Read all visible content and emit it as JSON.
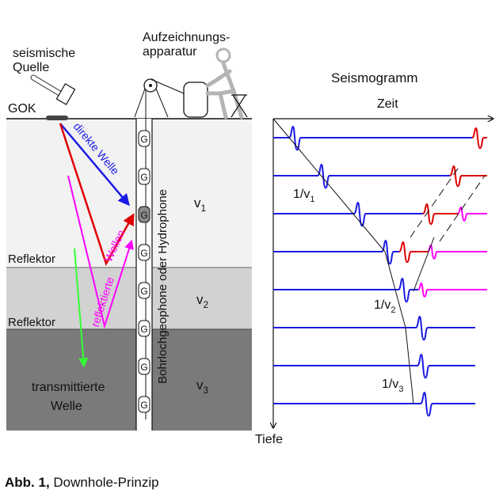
{
  "labels": {
    "source_line1": "seismische",
    "source_line2": "Quelle",
    "recorder_line1": "Aufzeichnungs-",
    "recorder_line2": "apparatur",
    "gok": "GOK",
    "reflector1": "Reflektor",
    "reflector2": "Reflektor",
    "direct_wave": "direkte Welle",
    "reflected_a": "reflektierte",
    "reflected_b": "Wellen",
    "transmitted_line1": "transmittierte",
    "transmitted_line2": "Welle",
    "borehole_text": "Bohrlochgeophone oder Hydrophone",
    "geophone": "G",
    "v1_base": "v",
    "v1_sub": "1",
    "v2_base": "v",
    "v2_sub": "2",
    "v3_base": "v",
    "v3_sub": "3",
    "seismogram_title": "Seismogramm",
    "time_axis": "Zeit",
    "depth_axis": "Tiefe",
    "slope1_base": "1/v",
    "slope1_sub": "1",
    "slope2_base": "1/v",
    "slope2_sub": "2",
    "slope3_base": "1/v",
    "slope3_sub": "3"
  },
  "caption": {
    "prefix": "Abb. 1,",
    "text": " Downhole-Prinzip"
  },
  "colors": {
    "layer1": "#f2f2f2",
    "layer2": "#d2d2d2",
    "layer3": "#7a7a7a",
    "direct": "#1a1ae6",
    "reflected": "#e00000",
    "reflected2": "#ff00ff",
    "transmitted": "#33ff33",
    "trace": "#1a1ae6",
    "figure": "#b4b4b4"
  },
  "geophones": {
    "count": 8,
    "active_index": 2
  }
}
